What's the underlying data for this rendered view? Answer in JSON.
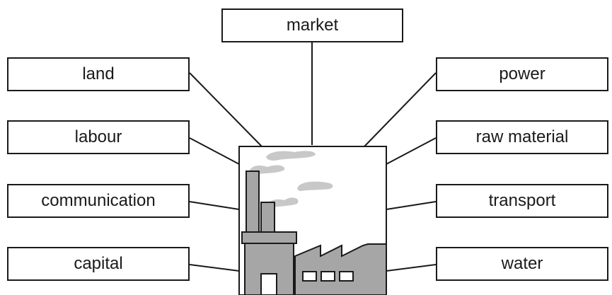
{
  "diagram": {
    "top": {
      "label": "market"
    },
    "left": [
      {
        "label": "land"
      },
      {
        "label": "labour"
      },
      {
        "label": "communication"
      },
      {
        "label": "capital"
      }
    ],
    "right": [
      {
        "label": "power"
      },
      {
        "label": "raw material"
      },
      {
        "label": "transport"
      },
      {
        "label": "water"
      }
    ],
    "colors": {
      "line": "#1a1a1a",
      "factory_fill": "#a6a6a6",
      "smoke": "#c8c8c8"
    }
  }
}
